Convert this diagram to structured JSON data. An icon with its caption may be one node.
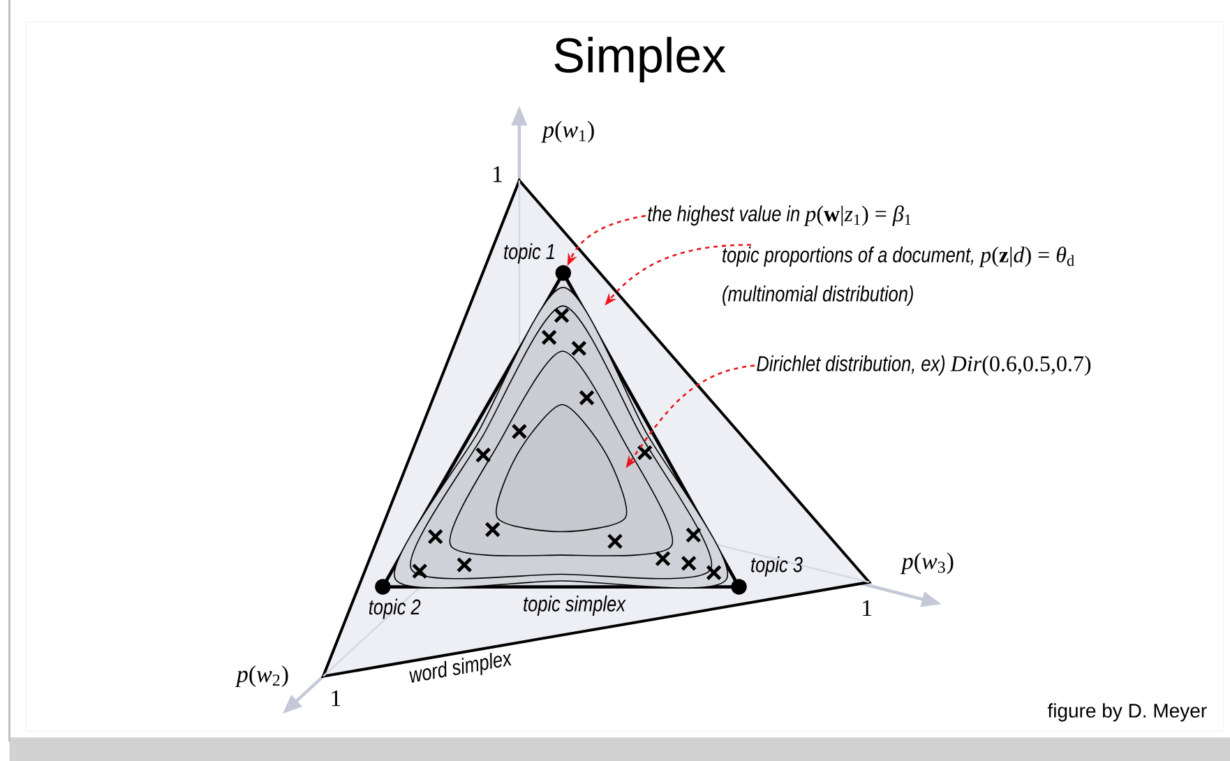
{
  "diagram": {
    "title": "Simplex",
    "nodes": [
      {
        "text": [
          "the highest value in",
          "*p*(**w**|*z*$_{1}$) = *β*$_{1}$"
        ]
      },
      {
        "text": [],
        "shape": "circle",
        "beside": [
          "topic 1"
        ]
      },
      {
        "text": [
          "topic proportions of a document,",
          "*p*(**z**|*d*) = *θ*$_{d}$",
          "(multinomial distribution)"
        ]
      },
      {
        "text": [],
        "shape": "contour"
      },
      {
        "text": [
          "Dirichlet distribution, ex)",
          "*Dir*(0.6,0.5,0.7)"
        ]
      },
      {
        "text": [],
        "shape": "contour",
        "in": 3
      },
      {
        "text": [],
        "shape": "circle",
        "beside": [
          "topic 2"
        ]
      },
      {
        "text": [],
        "shape": "circle",
        "beside": [
          "topic 3"
        ]
      }
    ],
    "edges": [
      {
        "from": 0,
        "to": 1,
        "arrow": "to",
        "style": "dashed",
        "color": "#e8151b"
      },
      {
        "from": 2,
        "to": 3,
        "arrow": "to",
        "style": "dashed",
        "color": "#e8151b"
      },
      {
        "from": 4,
        "to": 5,
        "arrow": "to",
        "style": "dashed",
        "color": "#e8151b"
      }
    ],
    "labels": [
      "*p*(*w*$_{1}$)",
      "1",
      "*p*(*w*$_{3}$)",
      "1",
      "*p*(*w*$_{2}$)",
      "1",
      "topic simplex",
      "word simplex",
      "figure by D. Meyer"
    ]
  }
}
